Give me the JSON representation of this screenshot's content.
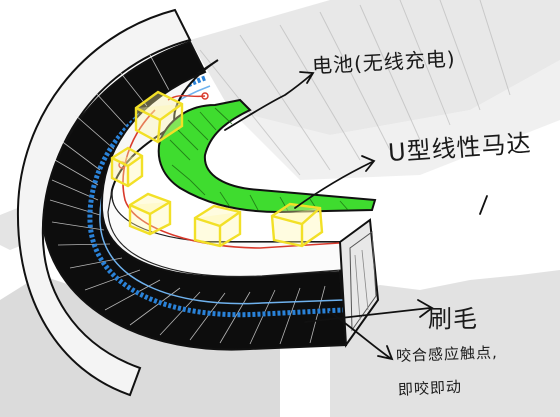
{
  "annotations": {
    "battery": "电池(无线充电)",
    "u_linear_motor": "U型线性马达",
    "bristles": "刷毛",
    "bite_sensor": "咬合感应触点,",
    "bite_to_start": "即咬即动"
  },
  "colors": {
    "ink": "#111111",
    "bristle_fill": "#0d0d0d",
    "sensor_blue": "#2a82d8",
    "battery_green": "#3fdc2f",
    "motor_yellow": "#f2e027",
    "wire_red": "#d93a2c",
    "background_photo": "#c9c9c9"
  }
}
